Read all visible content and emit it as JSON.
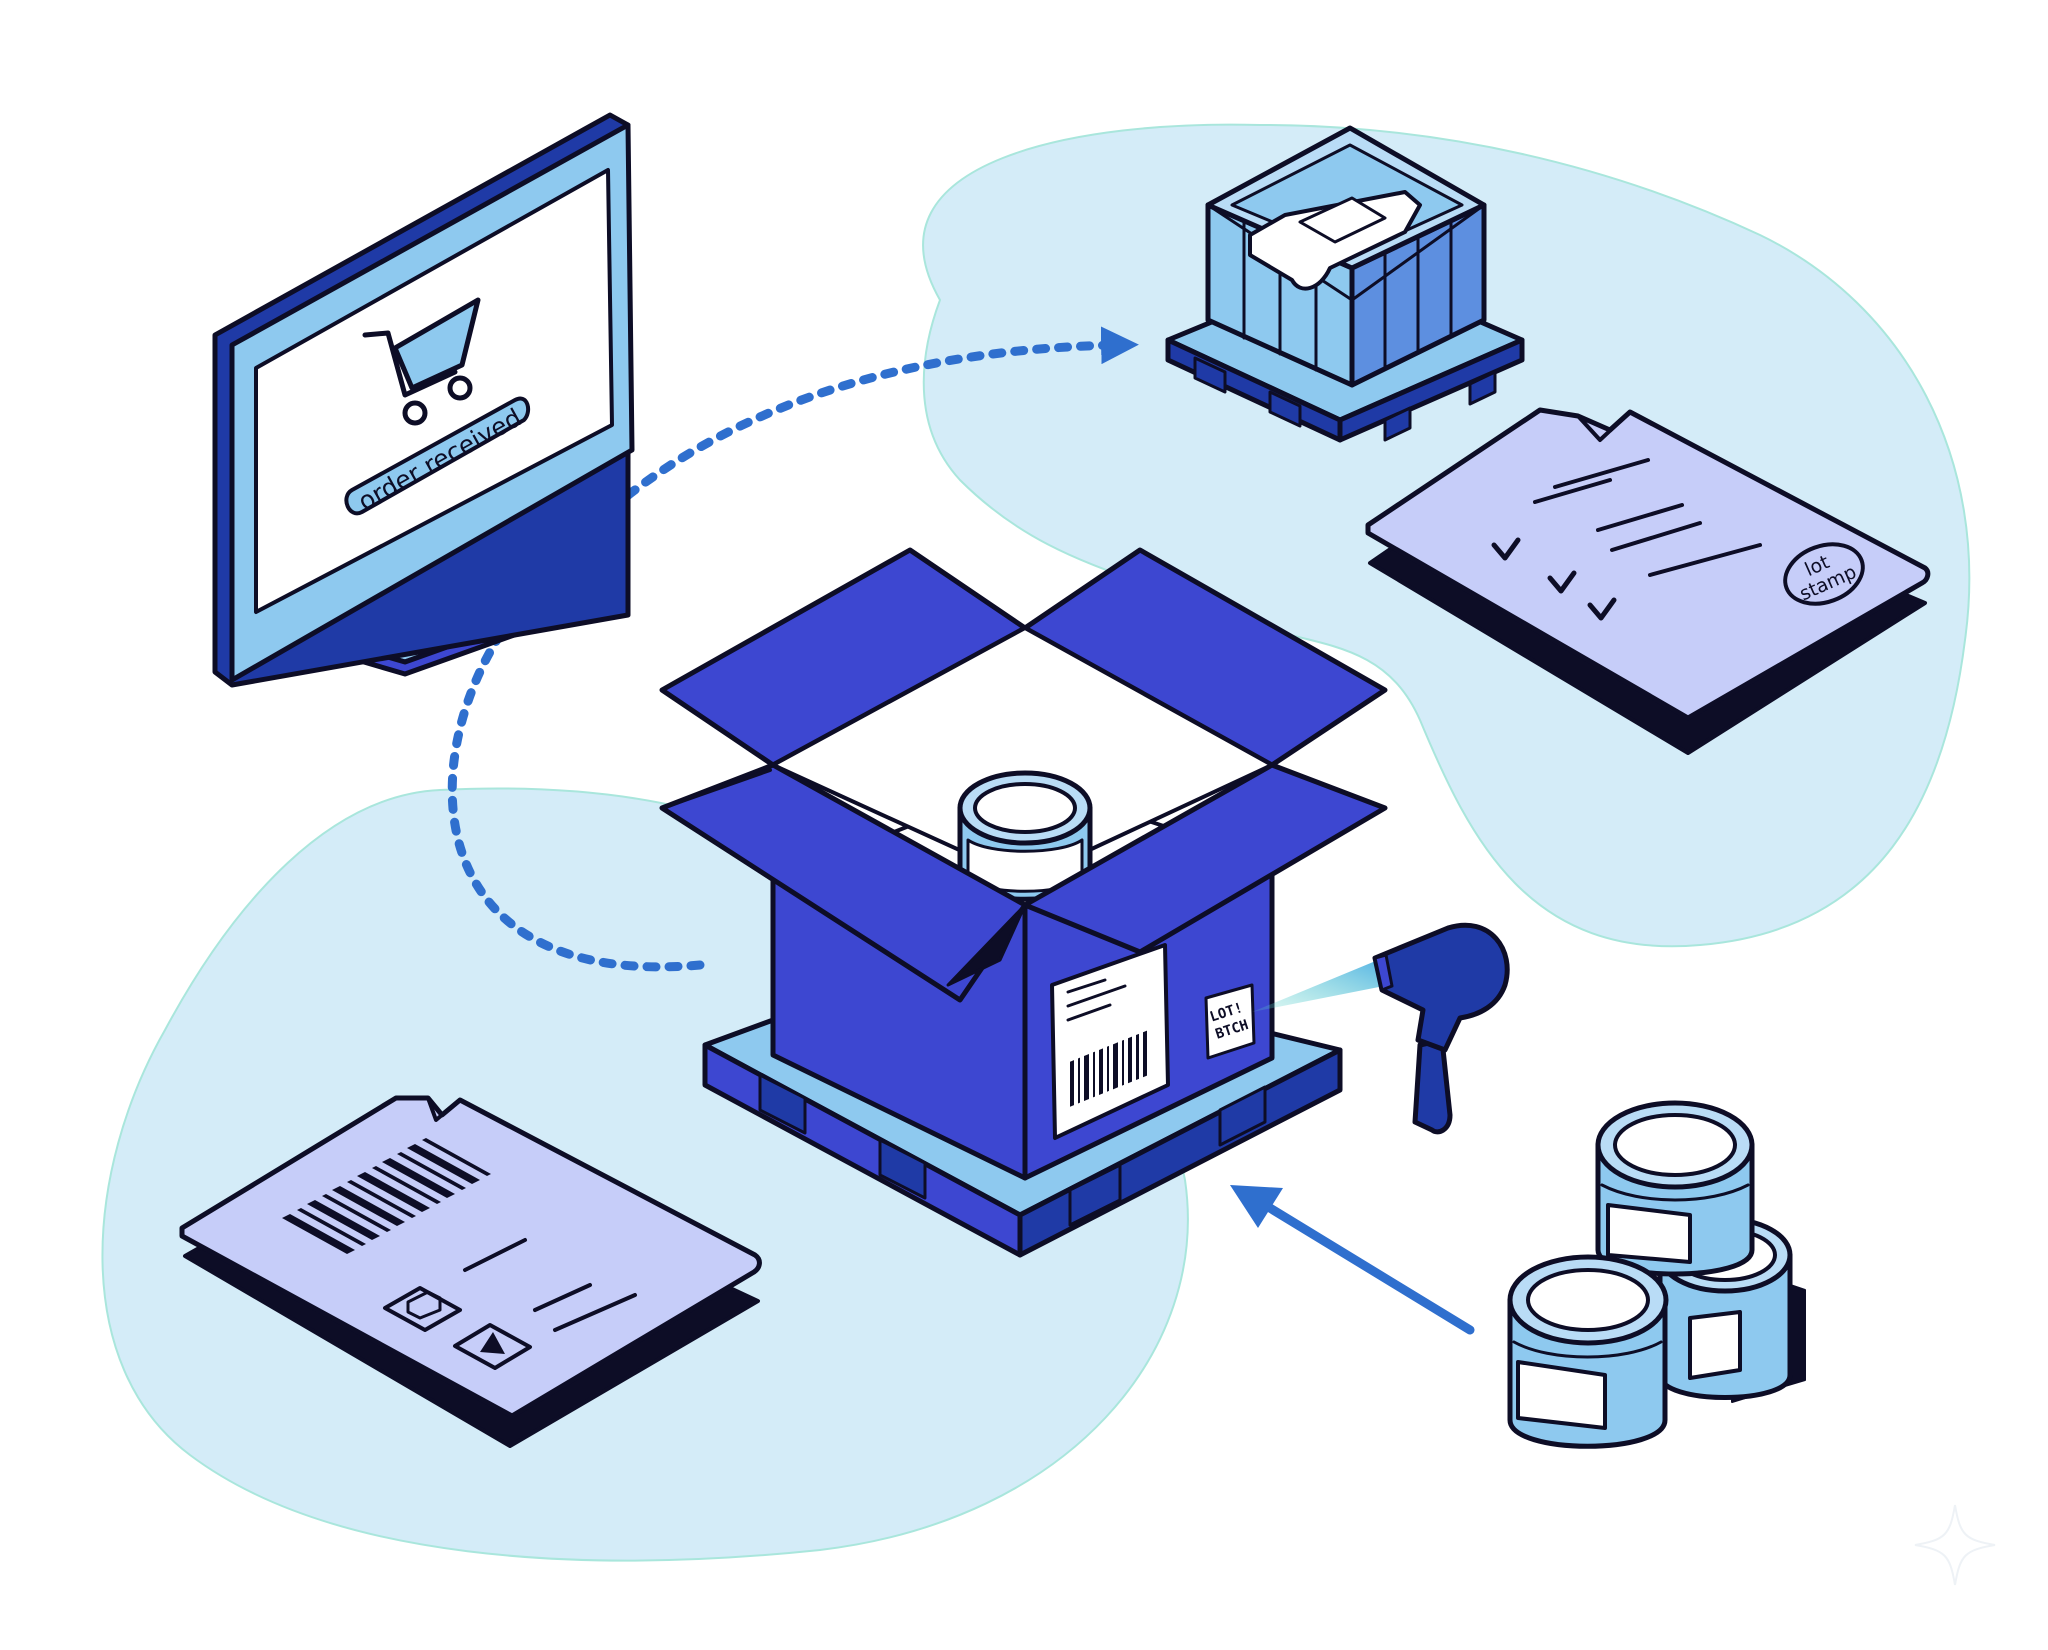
{
  "colors": {
    "ink": "#0d0d26",
    "royal_blue": "#3d47d1",
    "navy": "#1f3aa6",
    "light_blue": "#8ec9ef",
    "pale_blue": "#b9dcf6",
    "lavender": "#c6cdf9",
    "blob": "#d4ecf8",
    "arrow": "#2f6fce"
  },
  "monitor": {
    "icon": "shopping-cart-icon",
    "status_label": "order received"
  },
  "main_box": {
    "lot_sticker": "LOT!\nBTCH",
    "label_icon": "barcode-icon"
  },
  "crate": {
    "icon": "wooden-crate-icon"
  },
  "certificate": {
    "icon": "checklist-document-icon",
    "stamp_text": "lot\nstamp"
  },
  "shipping_doc": {
    "icon": "barcode-icon",
    "symbols": [
      "container-icon",
      "warning-icon"
    ]
  },
  "scanner": {
    "icon": "barcode-scanner-icon"
  },
  "jars": {
    "icon": "jar-icon",
    "count": 3
  }
}
